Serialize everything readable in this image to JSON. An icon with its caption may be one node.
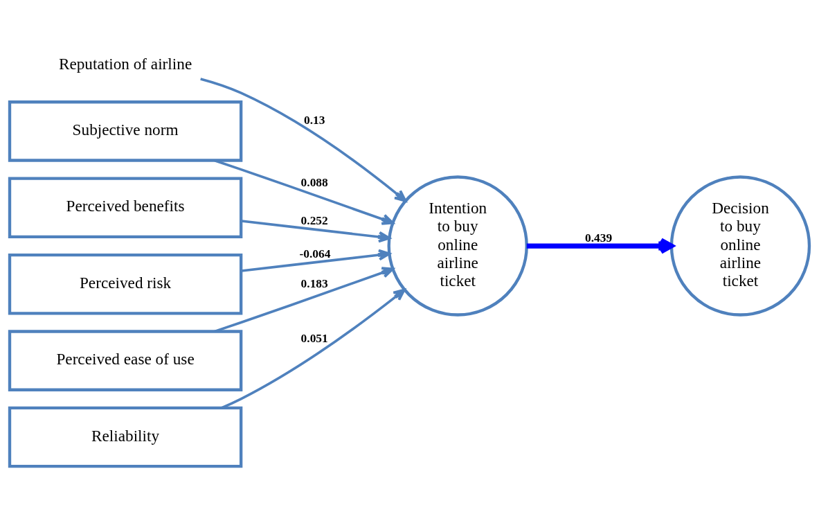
{
  "diagram": {
    "nodes": [
      {
        "text": [
          "Reputation of airline"
        ]
      },
      {
        "text": [
          "Subjective norm"
        ]
      },
      {
        "text": [
          "Perceived benefits"
        ]
      },
      {
        "text": [
          "Perceived risk"
        ]
      },
      {
        "text": [
          "Perceived ease of use"
        ]
      },
      {
        "text": [
          "Reliability"
        ]
      },
      {
        "text": [
          "Intention to buy online airline ticket"
        ]
      },
      {
        "text": [
          "Decision to buy online airline ticket"
        ]
      }
    ],
    "edges": [
      {
        "from": 0,
        "to": 6,
        "arrow": "to",
        "label": "0.13"
      },
      {
        "from": 1,
        "to": 6,
        "arrow": "to",
        "label": "0.088"
      },
      {
        "from": 2,
        "to": 6,
        "arrow": "to",
        "label": "0.252"
      },
      {
        "from": 3,
        "to": 6,
        "arrow": "to",
        "label": "-0.064"
      },
      {
        "from": 4,
        "to": 6,
        "arrow": "to",
        "label": "0.183"
      },
      {
        "from": 5,
        "to": 6,
        "arrow": "to",
        "label": "0.051"
      },
      {
        "from": 6,
        "to": 7,
        "arrow": "to",
        "label": "0.439",
        "style": "thick",
        "color": "#0000ff"
      }
    ]
  }
}
